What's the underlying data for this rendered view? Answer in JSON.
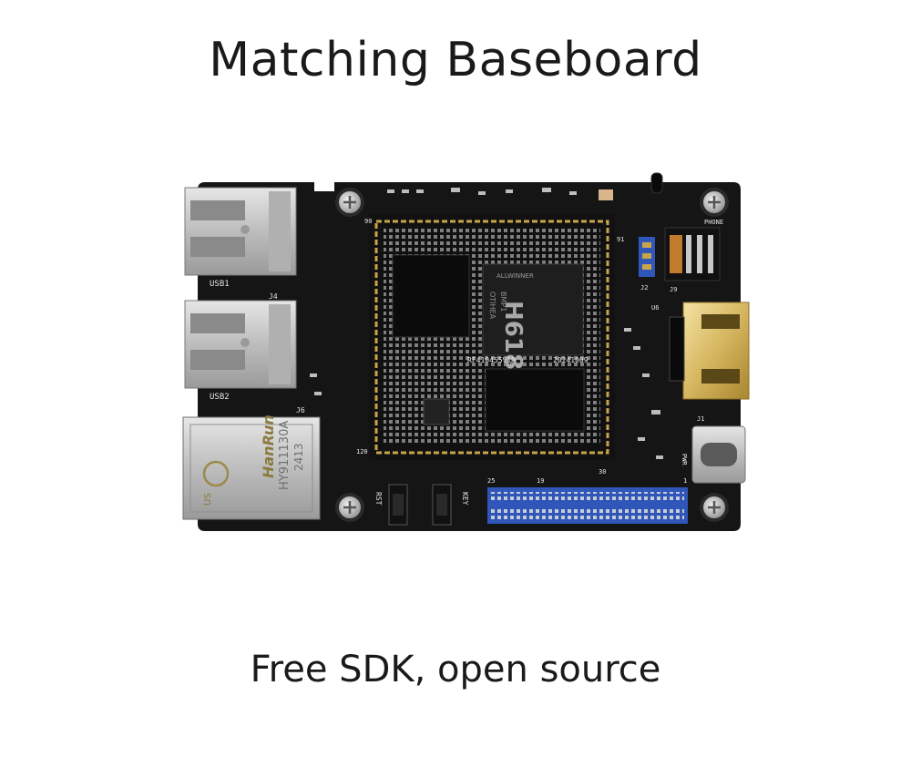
{
  "title": "Matching Baseboard",
  "caption": "Free SDK, open source",
  "board": {
    "labels": {
      "usb1": "USB1",
      "usb2": "USB2",
      "j4": "J4",
      "j6": "J6",
      "j1": "J1",
      "j2": "J2",
      "j9": "J9",
      "u6": "U6",
      "phone": "PHONE",
      "pwr": "PWR",
      "rst": "RST",
      "key": "KEY",
      "pin1": "1",
      "pin25": "25",
      "pin19": "19",
      "pin30": "30",
      "pin90": "90",
      "pin120": "120",
      "pin91": "91"
    },
    "soc": {
      "brand": "ALLWINNER",
      "model": "H618",
      "line1": "OTIHEA",
      "line2": "BMP1"
    },
    "ethernet": {
      "brand": "HanRun",
      "model": "HY911130A",
      "code": "2413",
      "mark": "US"
    },
    "module_serial": "RF410455V1R",
    "module_date": "20241009",
    "colors": {
      "pcb": "#141414",
      "gold": "#c8a54a",
      "header_blue": "#2f56b8",
      "metal": "#c9c9c9"
    }
  }
}
